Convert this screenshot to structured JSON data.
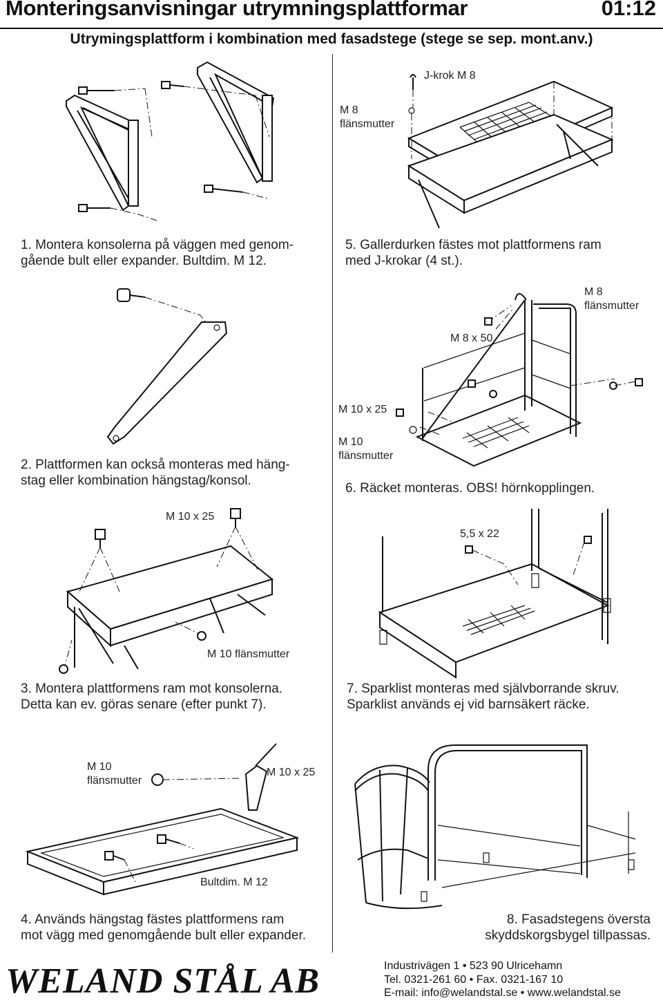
{
  "header": {
    "title": "Monteringsanvisningar utrymningsplattformar",
    "code": "01:12",
    "subtitle": "Utrymingsplattform i kombination med fasadstege (stege se sep. mont.anv.)"
  },
  "steps": [
    {
      "id": 1,
      "lines": [
        "1. Montera konsolerna på väggen med genom-",
        "gående bult eller expander. Bultdim. M 12."
      ]
    },
    {
      "id": 2,
      "lines": [
        "2. Plattformen kan också monteras med häng-",
        "stag eller kombination hängstag/konsol."
      ]
    },
    {
      "id": 3,
      "lines": [
        "3. Montera plattformens ram mot konsolerna.",
        "Detta kan ev. göras senare (efter punkt 7)."
      ]
    },
    {
      "id": 4,
      "lines": [
        "4. Används hängstag fästes plattformens ram",
        "mot vägg med genomgående bult eller expander."
      ]
    },
    {
      "id": 5,
      "lines": [
        "5. Gallerdurken fästes mot plattformens ram",
        "med J-krokar (4 st.)."
      ]
    },
    {
      "id": 6,
      "lines": [
        "6. Räcket monteras. OBS! hörnkopplingen."
      ]
    },
    {
      "id": 7,
      "lines": [
        "7. Sparklist monteras med självborrande skruv.",
        "Sparklist används ej vid barnsäkert räcke."
      ]
    },
    {
      "id": 8,
      "lines": [
        "8. Fasadstegens översta",
        "skyddskorgsbygel tillpassas."
      ]
    }
  ],
  "labels": {
    "j_krok": "J-krok M 8",
    "m8_flans_5": [
      "M 8",
      "flänsmutter"
    ],
    "m8_flans_6": [
      "M 8",
      "flänsmutter"
    ],
    "m8x50": "M 8 x 50",
    "m10x25_6": "M 10 x 25",
    "m10_flans_6": [
      "M 10",
      "flänsmutter"
    ],
    "m10x25_3": "M 10 x 25",
    "m10_flans_3": "M 10 flänsmutter",
    "s55x22": "5,5 x 22",
    "m10_flans_4": [
      "M 10",
      "flänsmutter"
    ],
    "m10x25_4": "M 10 x 25",
    "bultdim": "Bultdim. M 12"
  },
  "footer": {
    "logo": "WELAND STÅL AB",
    "address": "Industrivägen 1 • 523 90 Ulricehamn",
    "phone": "Tel. 0321-261 60 • Fax. 0321-167 10",
    "email": "E-mail: info@welandstal.se • www.welandstal.se"
  }
}
